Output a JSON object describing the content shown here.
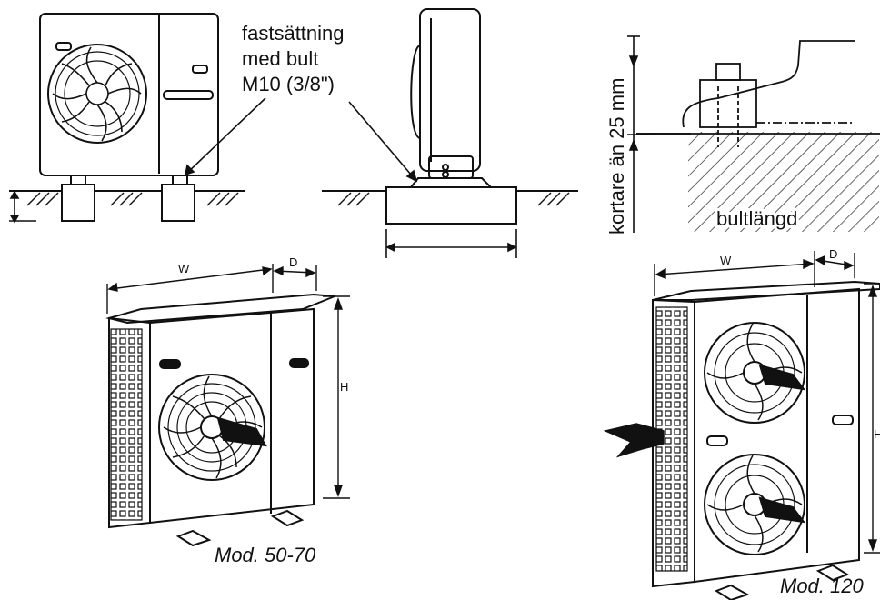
{
  "annotations": {
    "bolt_note_line1": "fastsättning",
    "bolt_note_line2": "med bult",
    "bolt_note_line3": "M10 (3/8\")",
    "vertical_note": "kortare än 25 mm",
    "bolt_length": "bultlängd"
  },
  "models": {
    "small": {
      "caption": "Mod. 50-70",
      "dim_w": "W",
      "dim_d": "D",
      "dim_h": "H"
    },
    "large": {
      "caption": "Mod. 120",
      "dim_w": "W",
      "dim_d": "D",
      "dim_h": "H"
    }
  },
  "style": {
    "ink": "#111111",
    "paper": "#ffffff"
  }
}
